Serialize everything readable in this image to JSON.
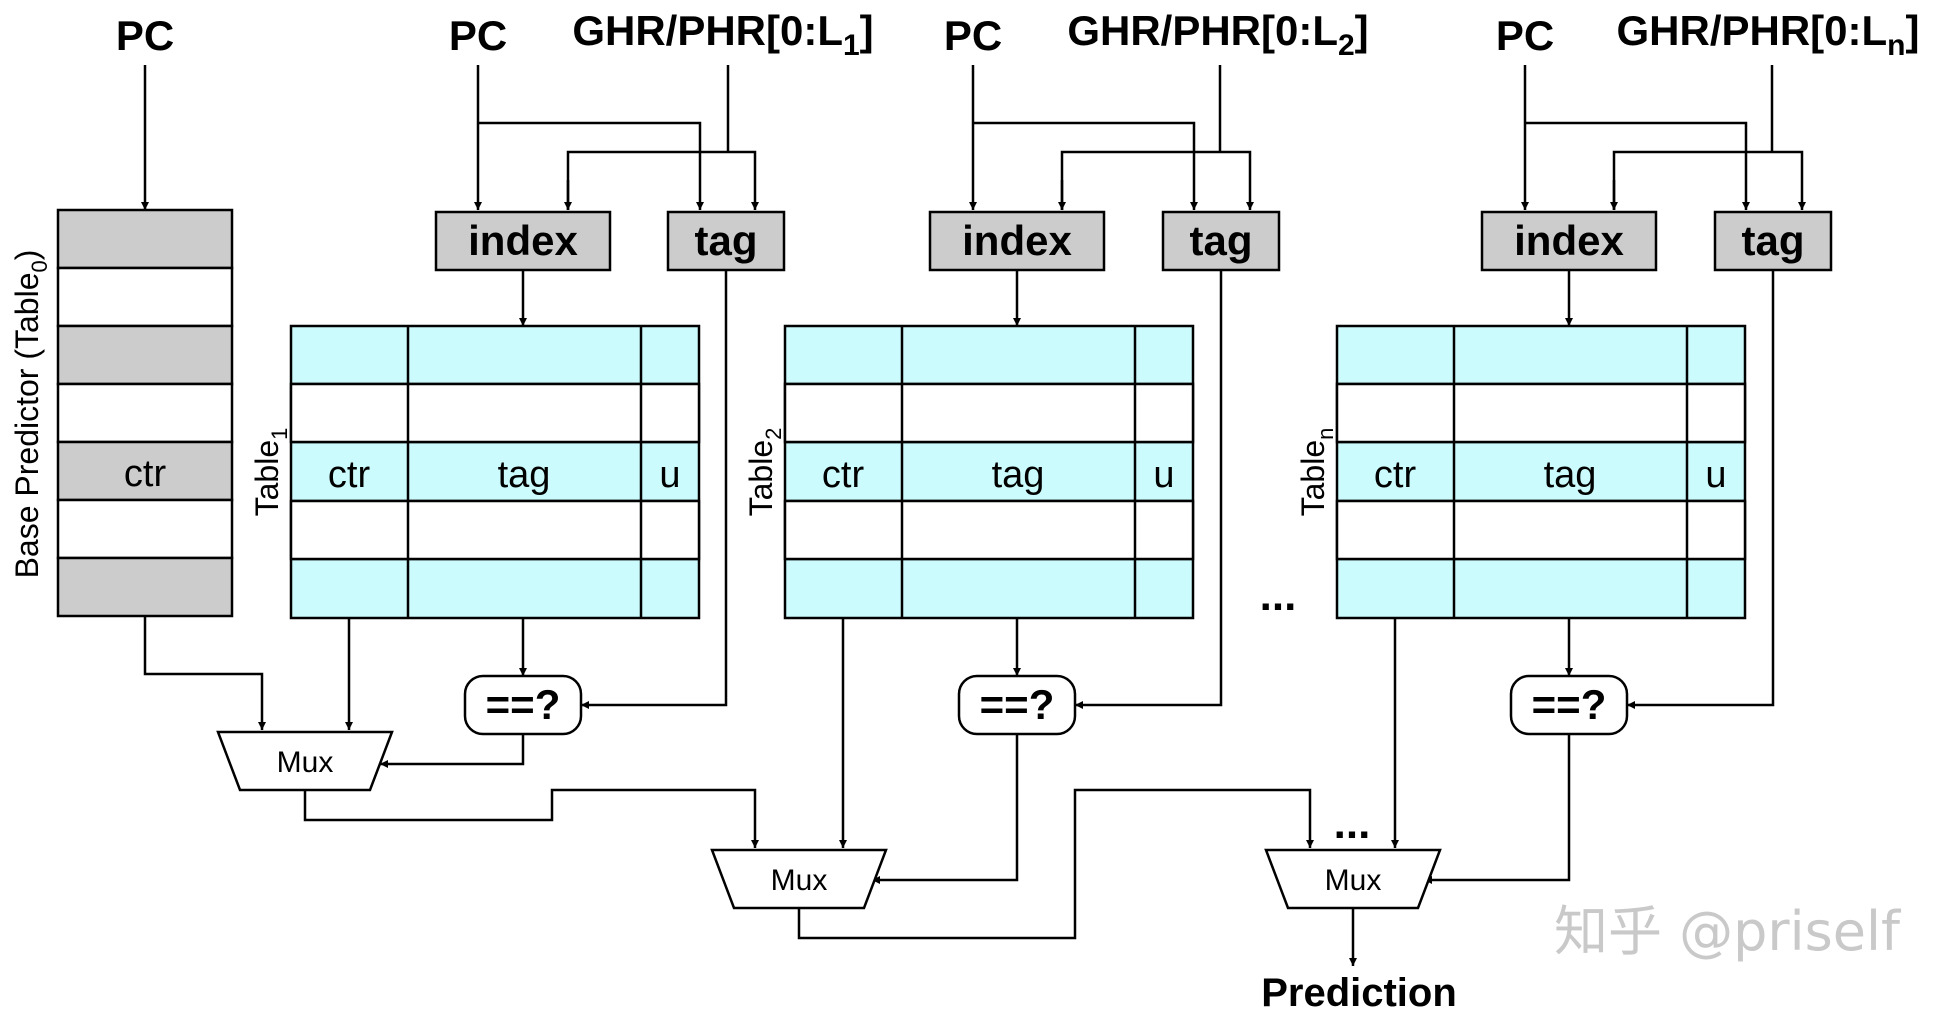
{
  "inputs": {
    "pc": "PC",
    "ghr_prefix": "GHR/PHR[0:L",
    "ghr_suffix": "]",
    "sub_1": "1",
    "sub_2": "2",
    "sub_n": "n"
  },
  "blocks": {
    "index": "index",
    "tag": "tag",
    "compare": "==?",
    "mux": "Mux"
  },
  "table": {
    "ctr": "ctr",
    "tag": "tag",
    "u": "u",
    "name_prefix": "Table",
    "sub_1": "1",
    "sub_2": "2",
    "sub_n": "n"
  },
  "base": {
    "label_prefix": "Base Predictor (Table",
    "label_sub": "0",
    "label_suffix": ")",
    "ctr": "ctr"
  },
  "ellipsis": "...",
  "output": "Prediction",
  "watermark": "知乎 @priself",
  "colors": {
    "gray": "#cccccc",
    "cyan": "#ccfbfd",
    "line": "#000000"
  }
}
